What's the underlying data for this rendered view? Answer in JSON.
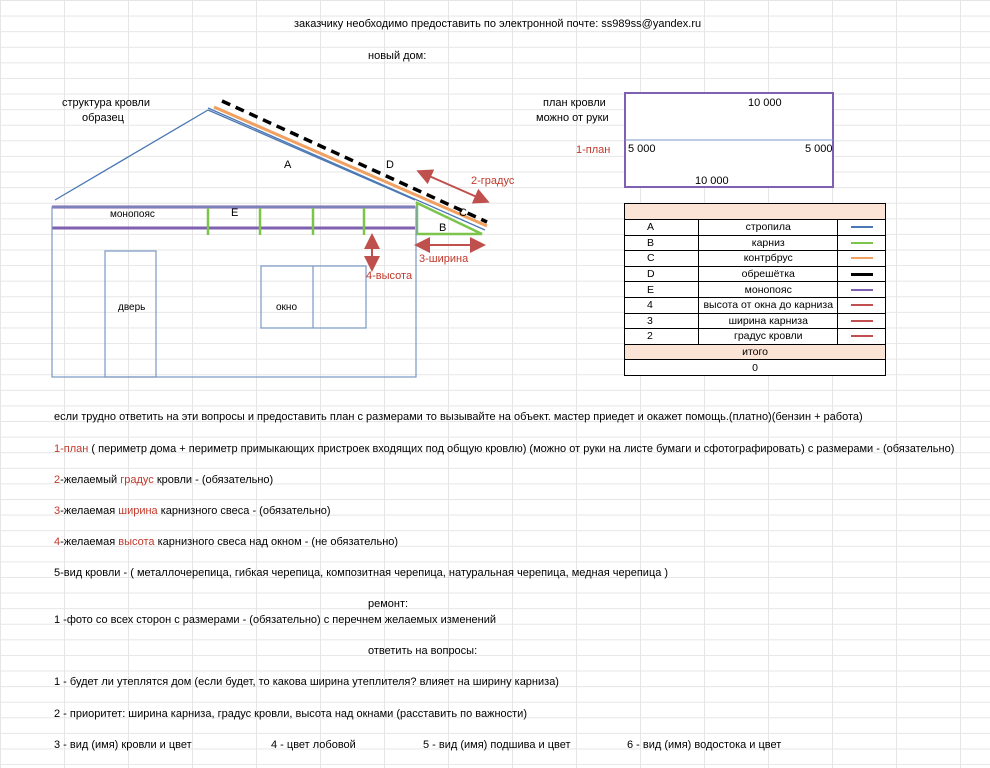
{
  "header": {
    "contact": "заказчику необходимо предоставить по электронной почте:   ss989ss@yandex.ru",
    "new_house": "новый дом:"
  },
  "drawing": {
    "roof_structure": "структура кровли",
    "sample": "образец",
    "label_a": "A",
    "label_d": "D",
    "label_e": "E",
    "label_b": "B",
    "label_c": "C",
    "belt": "монопояс",
    "door": "дверь",
    "window": "окно",
    "degree": "2-градус",
    "width": "3-ширина",
    "height": "4-высота"
  },
  "plan": {
    "title": "план кровли",
    "subtitle": "можно от руки",
    "label": "1-план",
    "top": "10 000",
    "bottom": "10 000",
    "left": "5 000",
    "right": "5 000"
  },
  "legend": {
    "rows": [
      {
        "key": "A",
        "desc": "стропила",
        "color": "#4a78b5"
      },
      {
        "key": "B",
        "desc": "карниз",
        "color": "#7cc44a"
      },
      {
        "key": "C",
        "desc": "контрбрус",
        "color": "#f0a060"
      },
      {
        "key": "D",
        "desc": "обрешётка",
        "color": "#000000"
      },
      {
        "key": "E",
        "desc": "монопояс",
        "color": "#8060b0"
      },
      {
        "key": "4",
        "desc": "высота от окна до карниза",
        "color": "#c0504d"
      },
      {
        "key": "3",
        "desc": "ширина карниза",
        "color": "#c0504d"
      },
      {
        "key": "2",
        "desc": "градус кровли",
        "color": "#c0504d"
      }
    ],
    "total_label": "итого",
    "total_value": "0"
  },
  "notes": {
    "intro": "если трудно ответить на эти вопросы и предоставить план с размерами то вызывайте на объект. мастер приедет и окажет помощь.(платно)(бензин + работа)",
    "n1_red": "1-план",
    "n1_rest": " ( периметр дома + периметр примыкающих пристроек входящих под общую кровлю) (можно от руки на листе бумаги и сфотографировать) с размерами - (обязательно)",
    "n2_a": "2",
    "n2_b": "-желаемый ",
    "n2_red": "градус",
    "n2_c": " кровли - (обязательно)",
    "n3_a": "3",
    "n3_b": "-желаемая ",
    "n3_red": "ширина",
    "n3_c": " карнизного свеса - (обязательно)",
    "n4_a": "4",
    "n4_b": "-желаемая ",
    "n4_red": "высота",
    "n4_c": " карнизного свеса над окном - (не обязательно)",
    "n5": "5-вид кровли - ( металлочерепица, гибкая черепица, композитная черепица, натуральная черепица, медная черепица )"
  },
  "repair": {
    "title": "ремонт:",
    "item1": "1 -фото со всех сторон с размерами - (обязательно) с перечнем желаемых изменений"
  },
  "questions": {
    "title": "ответить на вопросы:",
    "q1": "1 - будет ли утеплятся дом (если будет, то какова ширина утеплителя? влияет на ширину карниза)",
    "q2": "2 - приоритет:  ширина карниза, градус кровли, высота над окнами (расставить по важности)",
    "q3": "3 - вид (имя) кровли и цвет",
    "q4": "4 - цвет лобовой",
    "q5": "5 - вид (имя) подшива и цвет",
    "q6": "6 - вид (имя) водостока и цвет"
  }
}
